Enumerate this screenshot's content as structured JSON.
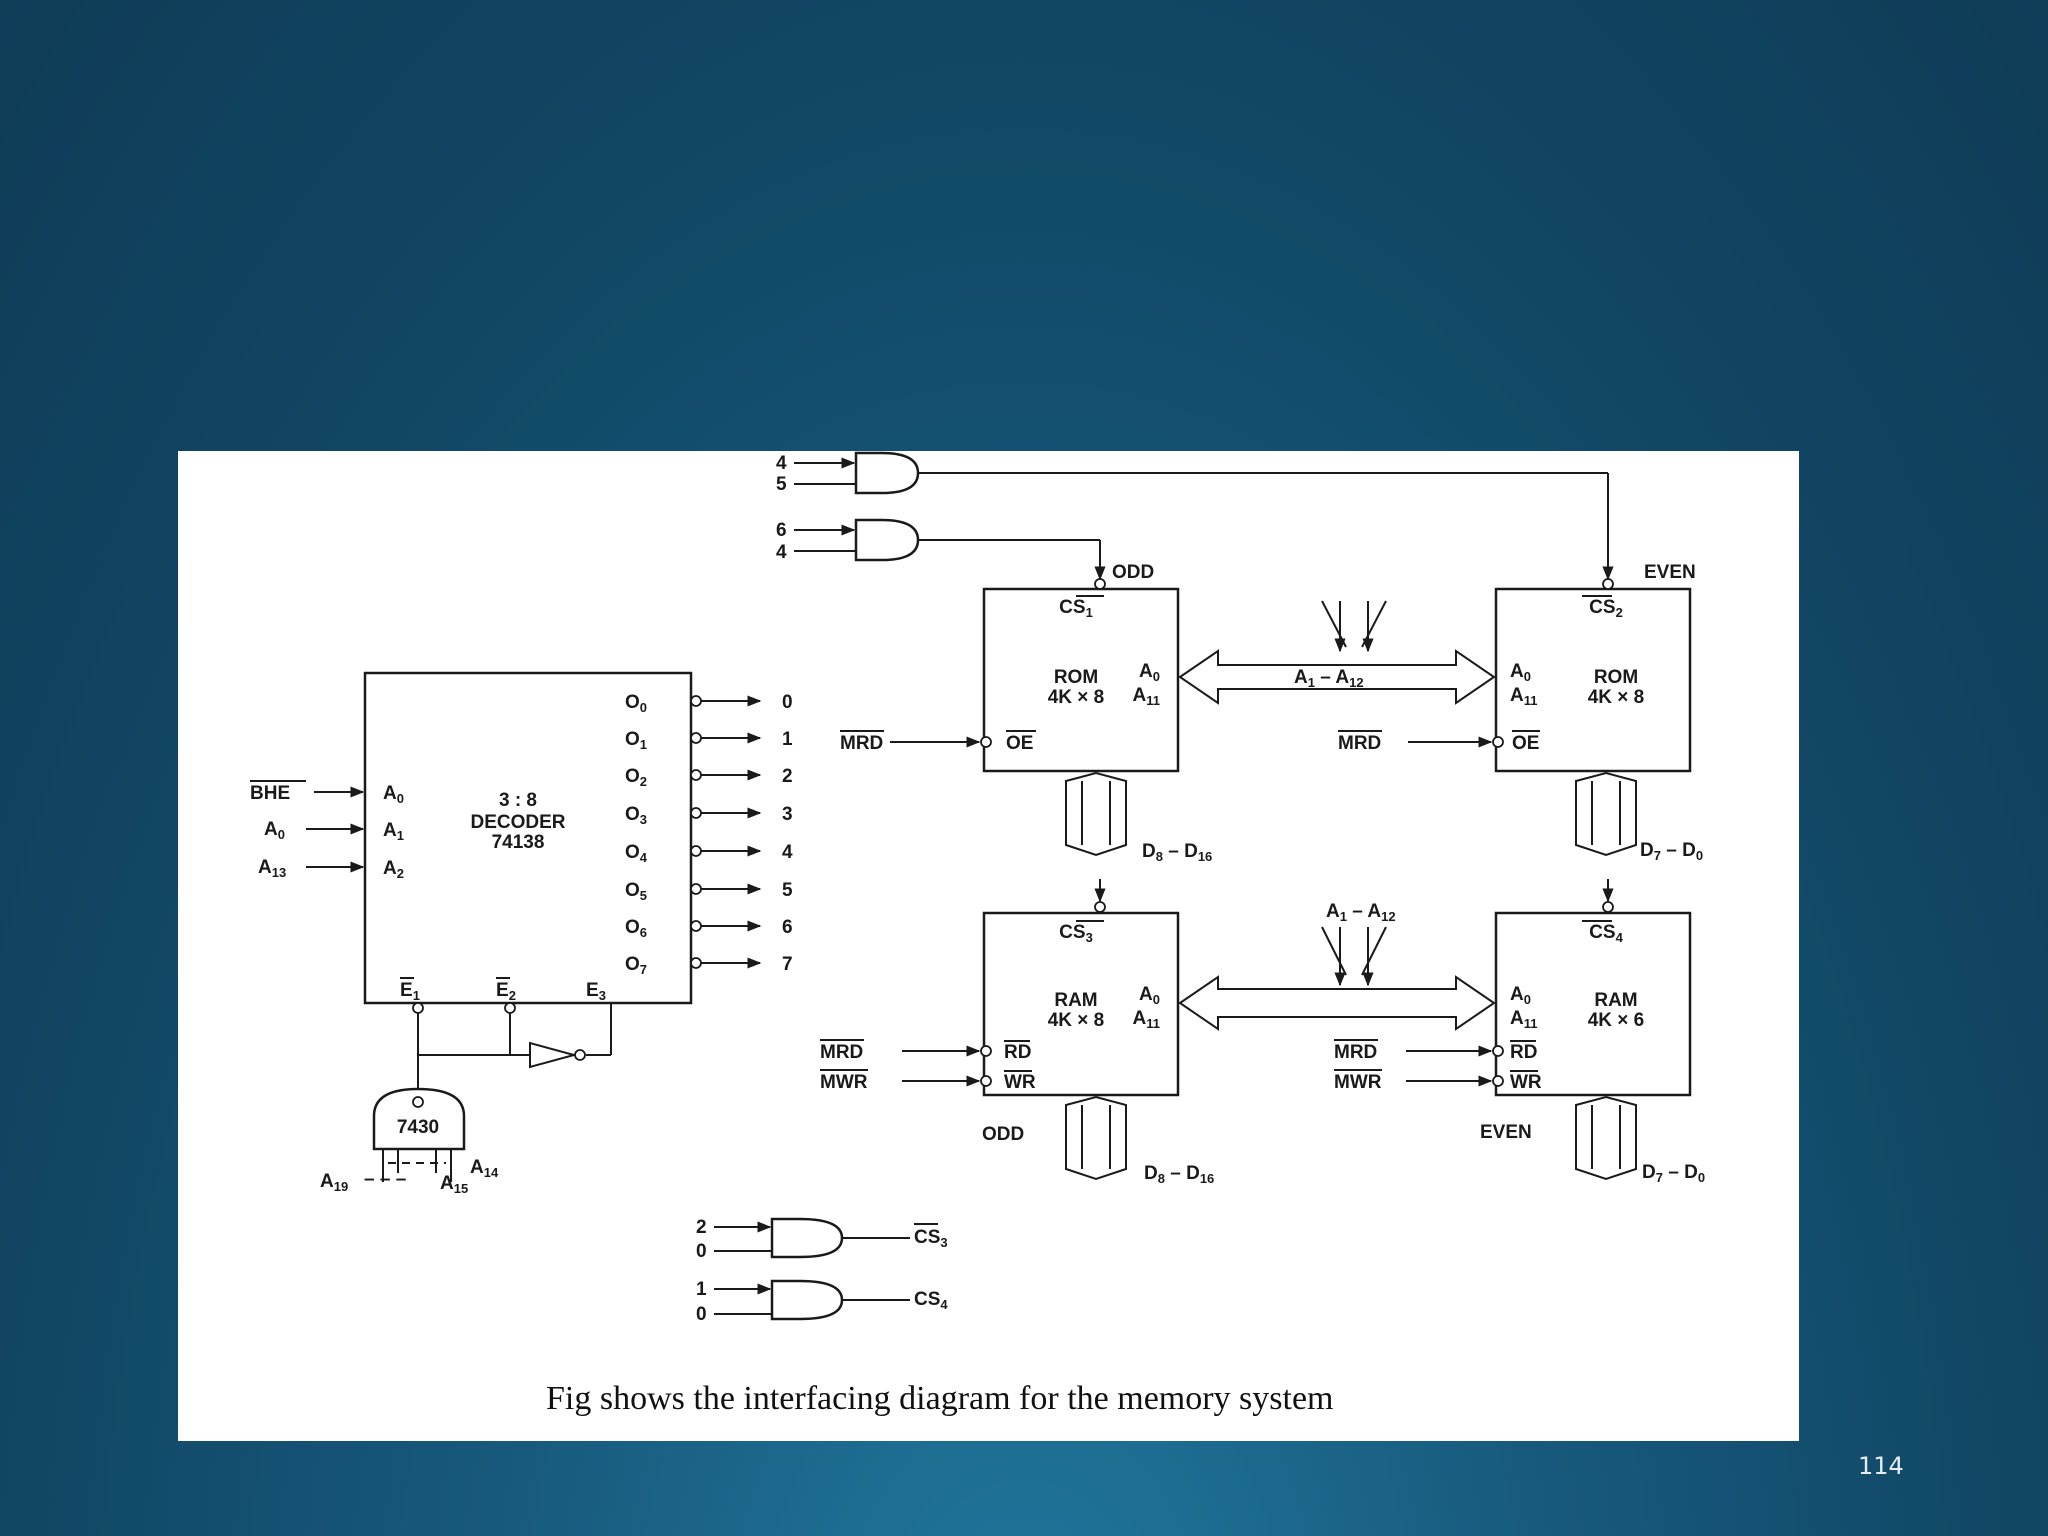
{
  "caption": "Fig  shows the interfacing diagram for the memory  system",
  "page_number": "114",
  "decoder": {
    "ratio": "3 : 8",
    "name": "DECODER",
    "part": "74138",
    "inputs": [
      {
        "sig": "BHE",
        "pin": "A",
        "pin_sub": "0"
      },
      {
        "sig": "A",
        "sig_sub": "0",
        "pin": "A",
        "pin_sub": "1"
      },
      {
        "sig": "A",
        "sig_sub": "13",
        "pin": "A",
        "pin_sub": "2"
      }
    ],
    "outputs": [
      {
        "pin": "O",
        "sub": "0",
        "num": "0"
      },
      {
        "pin": "O",
        "sub": "1",
        "num": "1"
      },
      {
        "pin": "O",
        "sub": "2",
        "num": "2"
      },
      {
        "pin": "O",
        "sub": "3",
        "num": "3"
      },
      {
        "pin": "O",
        "sub": "4",
        "num": "4"
      },
      {
        "pin": "O",
        "sub": "5",
        "num": "5"
      },
      {
        "pin": "O",
        "sub": "6",
        "num": "6"
      },
      {
        "pin": "O",
        "sub": "7",
        "num": "7"
      }
    ],
    "enables": [
      "E",
      "E",
      "E"
    ],
    "enable_subs": [
      "1",
      "2",
      "3"
    ]
  },
  "nand_gate": {
    "part": "7430",
    "in_left": "A",
    "in_left_sub": "19",
    "in_mid": "A",
    "in_mid_sub": "15",
    "in_right": "A",
    "in_right_sub": "14",
    "dashes": "– – –"
  },
  "gates": {
    "top1_in": [
      "4",
      "5"
    ],
    "top2_in": [
      "6",
      "4"
    ],
    "bot1_in": [
      "2",
      "0"
    ],
    "bot2_in": [
      "1",
      "0"
    ],
    "bot1_out": "CS",
    "bot1_out_sub": "3",
    "bot2_out": "CS",
    "bot2_out_sub": "4"
  },
  "memories": {
    "rom_odd": {
      "type": "ROM",
      "size": "4K × 8",
      "cs": "CS",
      "cs_sub": "1",
      "bank": "ODD"
    },
    "rom_even": {
      "type": "ROM",
      "size": "4K × 8",
      "cs": "CS",
      "cs_sub": "2",
      "bank": "EVEN"
    },
    "ram_odd": {
      "type": "RAM",
      "size": "4K × 8",
      "cs": "CS",
      "cs_sub": "3",
      "bank": "ODD"
    },
    "ram_even": {
      "type": "RAM",
      "size": "4K × 6",
      "cs": "CS",
      "cs_sub": "4",
      "bank": "EVEN"
    }
  },
  "pins": {
    "a0": "A",
    "a0_sub": "0",
    "a11": "A",
    "a11_sub": "11",
    "oe": "OE",
    "rd": "RD",
    "wr": "WR",
    "mrd": "MRD",
    "mwr": "MWR"
  },
  "buses": {
    "addr": "A",
    "addr_sub1": "1",
    "addr_dash": " – ",
    "addr_sub2": "12",
    "data_odd": "D",
    "data_odd_sub1": "8",
    "data_odd_dash": " – ",
    "data_odd_sub2": "16",
    "data_even": "D",
    "data_even_sub1": "7",
    "data_even_dash": " – ",
    "data_even_sub2": "0"
  }
}
